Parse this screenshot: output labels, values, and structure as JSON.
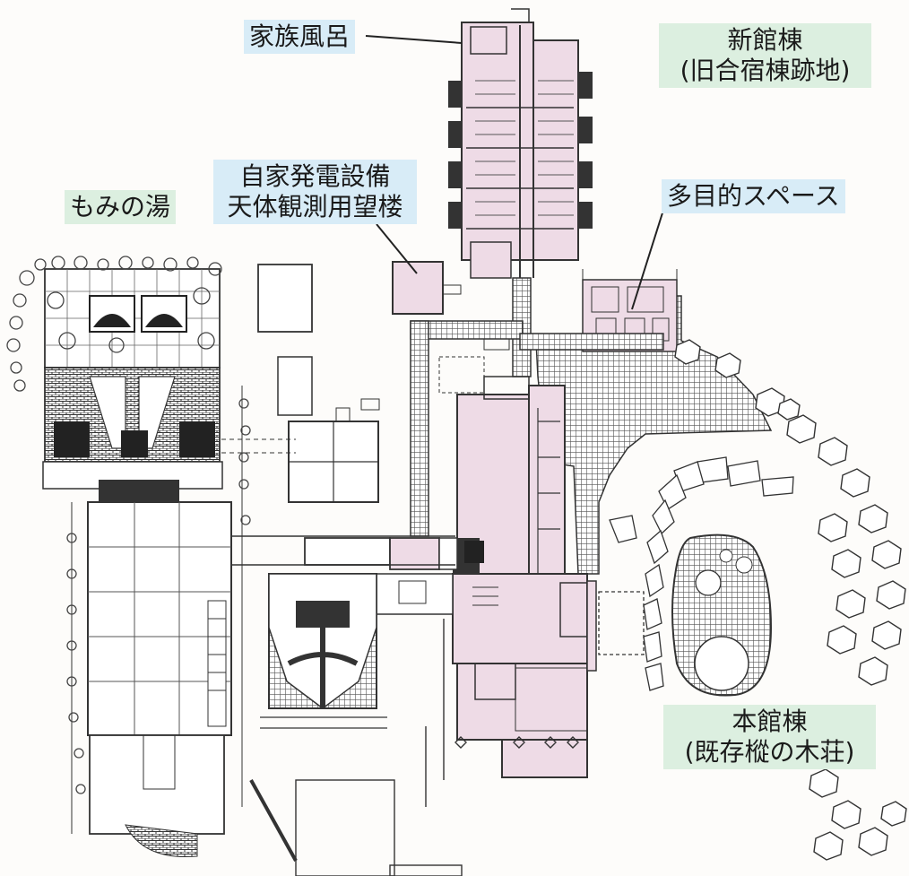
{
  "labels": {
    "family_bath": "家族風呂",
    "new_wing_line1": "新館棟",
    "new_wing_line2": "(旧合宿棟跡地)",
    "power_line1": "自家発電設備",
    "power_line2": "天体観測用望楼",
    "momi_bath": "もみの湯",
    "multipurpose": "多目的スペース",
    "main_wing_line1": "本館棟",
    "main_wing_line2": "(既存樅の木荘)"
  },
  "colors": {
    "label_blue": "#d8ecf7",
    "label_green": "#dcefe0",
    "highlight_pink": "#eedbe6",
    "line": "#333333",
    "hatch": "#555555"
  }
}
